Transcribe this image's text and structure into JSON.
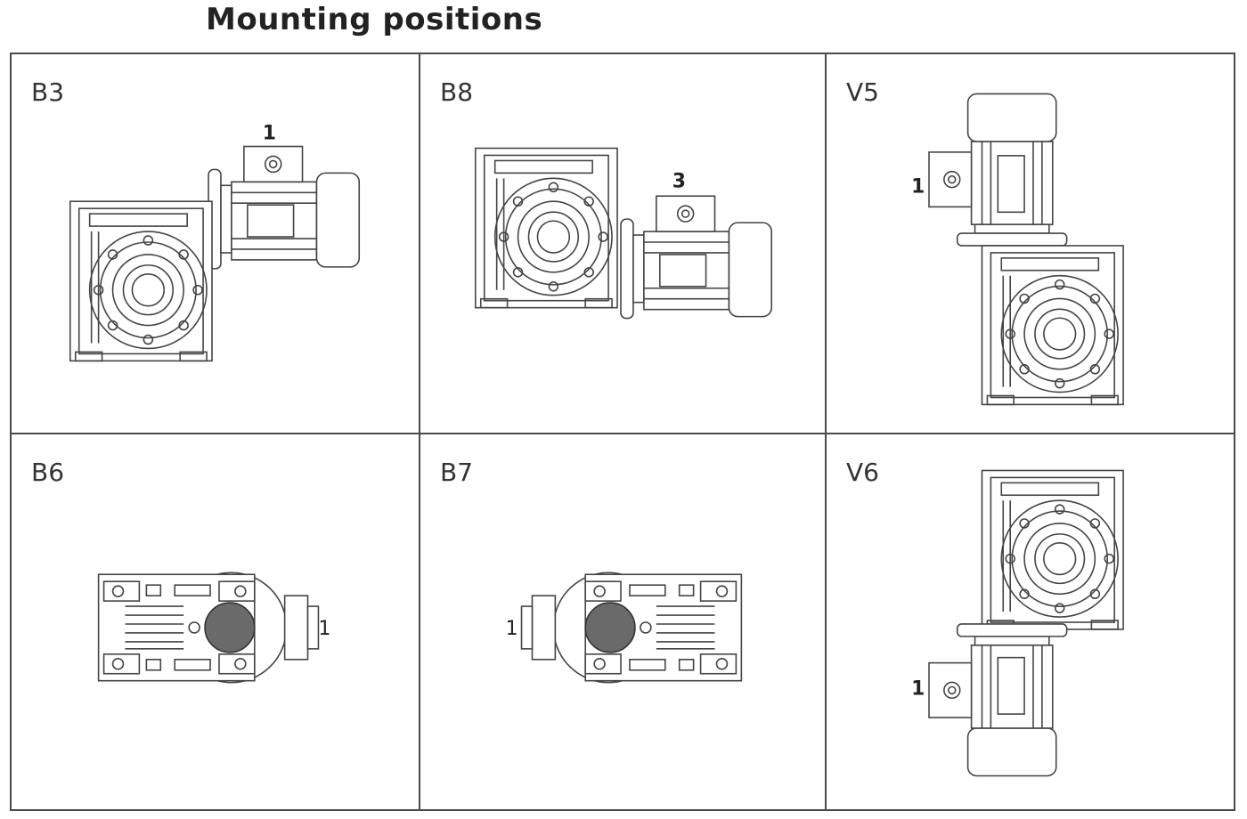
{
  "title": "Mounting positions",
  "positions": [
    {
      "code": "B3",
      "marker": "1"
    },
    {
      "code": "B8",
      "marker": "3"
    },
    {
      "code": "V5",
      "marker": "1"
    },
    {
      "code": "B6",
      "marker": "1"
    },
    {
      "code": "B7",
      "marker": "1"
    },
    {
      "code": "V6",
      "marker": "1"
    }
  ]
}
